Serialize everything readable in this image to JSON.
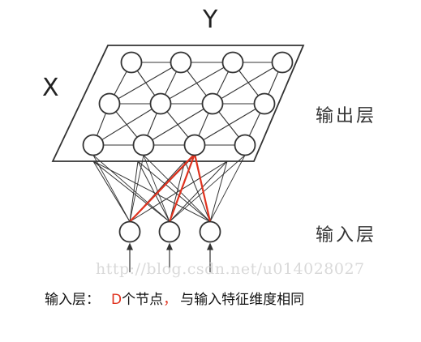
{
  "labels": {
    "y_axis": "Y",
    "x_axis": "X",
    "output_layer": "输出层",
    "input_layer": "输入层"
  },
  "watermark": "http://blog.csdn.net/u014028027",
  "caption": {
    "prefix": "输入层：",
    "highlight": "D",
    "middle": "个节点",
    "comma": "，",
    "suffix": "与输入特征维度相同"
  },
  "colors": {
    "line": "#333333",
    "highlight": "#e0321e",
    "node_fill": "#ffffff"
  },
  "network": {
    "output_grid_rows": 3,
    "output_grid_cols": 4,
    "input_nodes": 3
  }
}
